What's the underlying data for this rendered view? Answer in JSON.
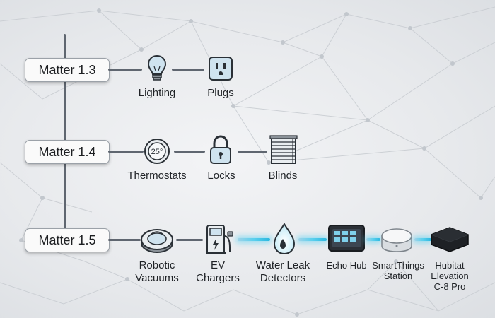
{
  "versions": [
    {
      "label": "Matter 1.3",
      "devices": [
        {
          "name": "Lighting",
          "icon": "lightbulb-icon"
        },
        {
          "name": "Plugs",
          "icon": "outlet-icon"
        }
      ]
    },
    {
      "label": "Matter 1.4",
      "devices": [
        {
          "name": "Thermostats",
          "icon": "thermostat-icon",
          "dial": "25°"
        },
        {
          "name": "Locks",
          "icon": "padlock-icon"
        },
        {
          "name": "Blinds",
          "icon": "blinds-icon"
        }
      ]
    },
    {
      "label": "Matter 1.5",
      "devices": [
        {
          "name": "Robotic Vacuums",
          "line1": "Robotic",
          "line2": "Vacuums",
          "icon": "robot-vacuum-icon"
        },
        {
          "name": "EV Chargers",
          "line1": "EV",
          "line2": "Chargers",
          "icon": "ev-charger-icon"
        },
        {
          "name": "Water Leak Detectors",
          "line1": "Water Leak",
          "line2": "Detectors",
          "icon": "water-drop-icon"
        }
      ]
    }
  ],
  "hubs": [
    {
      "line1": "Echo Hub",
      "icon": "tablet-hub-icon"
    },
    {
      "line1": "SmartThings",
      "line2": "Station",
      "icon": "smartthings-station-icon"
    },
    {
      "line1": "Hubitat",
      "line2": "Elevation",
      "line3": "C-8 Pro",
      "icon": "hubitat-box-icon"
    }
  ],
  "colors": {
    "line": "#5f6670",
    "glow": "#3cc6ea",
    "icon_blue": "#cfe3ef",
    "icon_stroke": "#2a3036"
  }
}
